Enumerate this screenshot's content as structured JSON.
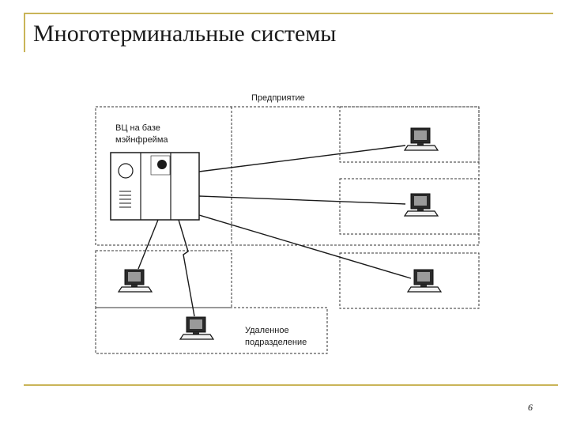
{
  "slide": {
    "title": "Многотерминальные системы",
    "page_number": "6"
  },
  "diagram": {
    "enterprise_label": "Предприятие",
    "computing_center_label_line1": "ВЦ на базе",
    "computing_center_label_line2": "мэйнфрейма",
    "remote_unit_label_line1": "Удаленное",
    "remote_unit_label_line2": "подразделение"
  },
  "colors": {
    "accent_gold": "#c9b458",
    "ink": "#1a1a1a"
  },
  "icons": [
    "mainframe-icon",
    "terminal-icon"
  ]
}
